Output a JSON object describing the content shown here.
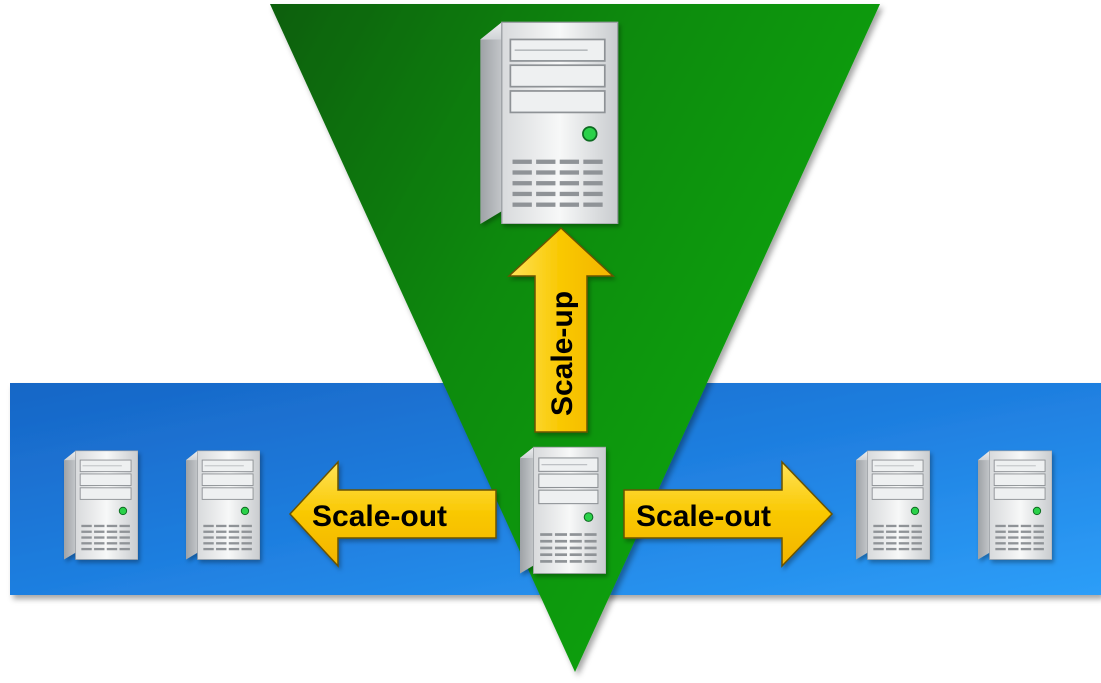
{
  "diagram": {
    "scale_out_left_label": "Scale-out",
    "scale_out_right_label": "Scale-out",
    "scale_up_label": "Scale-up"
  },
  "colors": {
    "band_blue_dark": "#1a6fd0",
    "band_blue_light": "#2a9af5",
    "triangle_green_dark": "#0a6a0a",
    "triangle_green_light": "#16a516",
    "arrow_yellow": "#f8c500",
    "arrow_yellow_light": "#ffe15a",
    "arrow_outline": "#6a5200"
  },
  "icons": {
    "server": "server-tower-icon"
  }
}
